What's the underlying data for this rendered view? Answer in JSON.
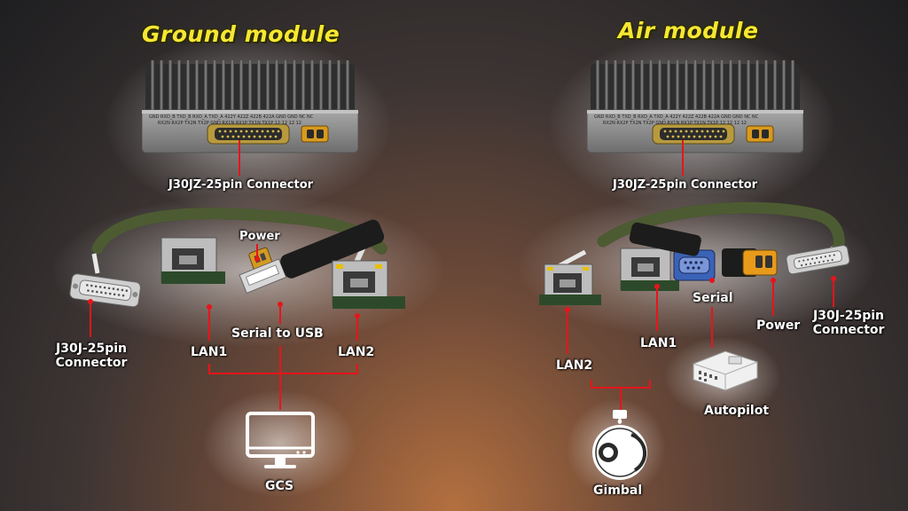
{
  "ground": {
    "title": "Ground module",
    "panel_connector_label": "J30JZ-25pin Connector",
    "cable_connector_label_line1": "J30J-25pin",
    "cable_connector_label_line2": "Connector",
    "power_label": "Power",
    "serial_usb_label": "Serial to USB",
    "lan1_label": "LAN1",
    "lan2_label": "LAN2",
    "gcs_label": "GCS",
    "panel_text_row1": "GND RXD_B TXD_B RXD_A TXD_A 422Y 422Z 422B 422A GND GND NC NC",
    "panel_text_row2": "RX2N RX2P TX2N TX2P GND RX1N RX1P TX1N TX1P 12 12 12 12"
  },
  "air": {
    "title": "Air module",
    "panel_connector_label": "J30JZ-25pin Connector",
    "cable_connector_label_line1": "J30J-25pin",
    "cable_connector_label_line2": "Connector",
    "power_label": "Power",
    "serial_label": "Serial",
    "lan1_label": "LAN1",
    "lan2_label": "LAN2",
    "autopilot_label": "Autopilot",
    "gimbal_label": "Gimbal",
    "panel_text_row1": "GND RXD_B TXD_B RXD_A TXD_A 422Y 422Z 422B 422A GND GND NC NC",
    "panel_text_row2": "RX2N RX2P TX2N TX2P GND RX1N RX1P TX1N TX1P 12 12 12 12"
  },
  "colors": {
    "title": "#f7e733",
    "line": "#e8141b",
    "label": "#ffffff"
  }
}
